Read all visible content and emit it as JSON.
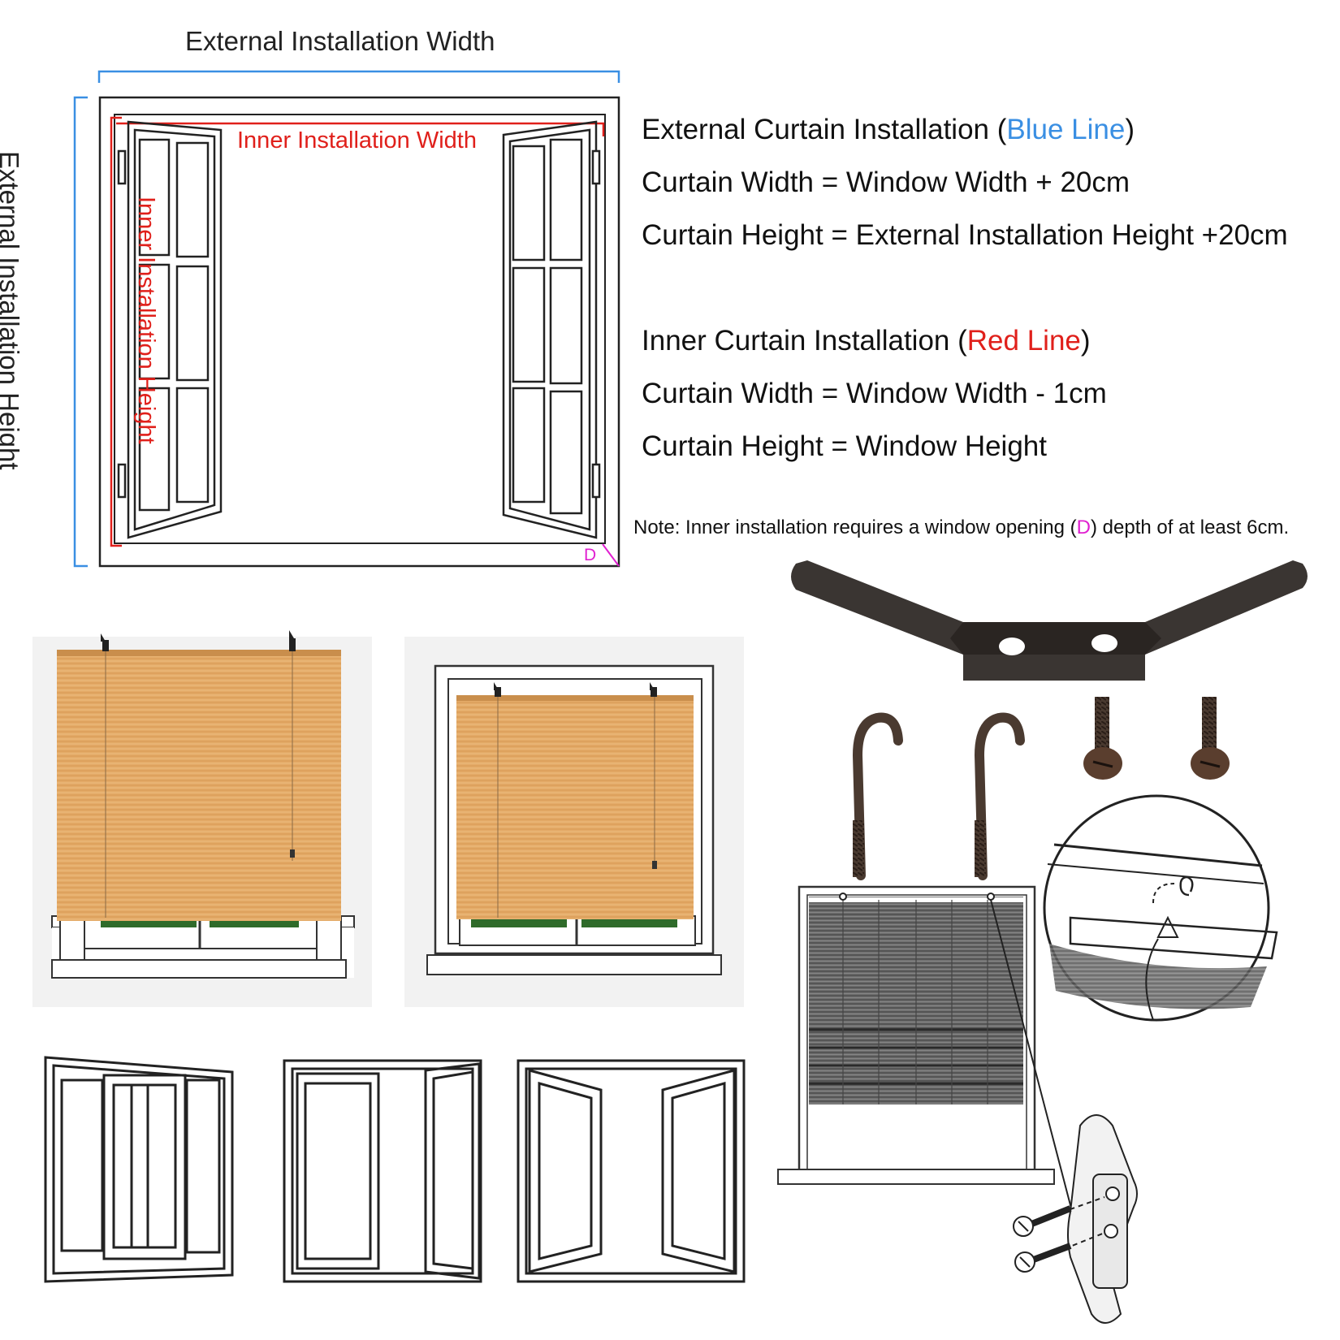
{
  "diagram": {
    "external_width_label": "External Installation Width",
    "external_height_label": "External Installation Height",
    "inner_width_label": "Inner Installation Width",
    "inner_height_label": "Inner Installation Height",
    "depth_label": "D"
  },
  "external": {
    "heading": "External Curtain Installation (",
    "line_name": "Blue Line",
    "heading_close": ")",
    "width_formula": "Curtain Width = Window Width + 20cm",
    "height_formula": "Curtain Height = External Installation Height +20cm"
  },
  "inner": {
    "heading": "Inner Curtain Installation (",
    "line_name": "Red Line",
    "heading_close": ")",
    "width_formula": "Curtain Width = Window Width - 1cm",
    "height_formula": "Curtain Height = Window Height"
  },
  "note": {
    "before": "Note: Inner installation requires a window opening (",
    "letter": "D",
    "after": ") depth of at least 6cm."
  },
  "colors": {
    "blue_line": "#3a8fe3",
    "red_line": "#e0201b",
    "depth_marker": "#e020d0",
    "bamboo": "#e2a865",
    "bracket": "#3a3532"
  },
  "icons": [
    "hook-icon",
    "screw-icon",
    "bracket-icon",
    "window-icon",
    "roller-blind-icon"
  ]
}
